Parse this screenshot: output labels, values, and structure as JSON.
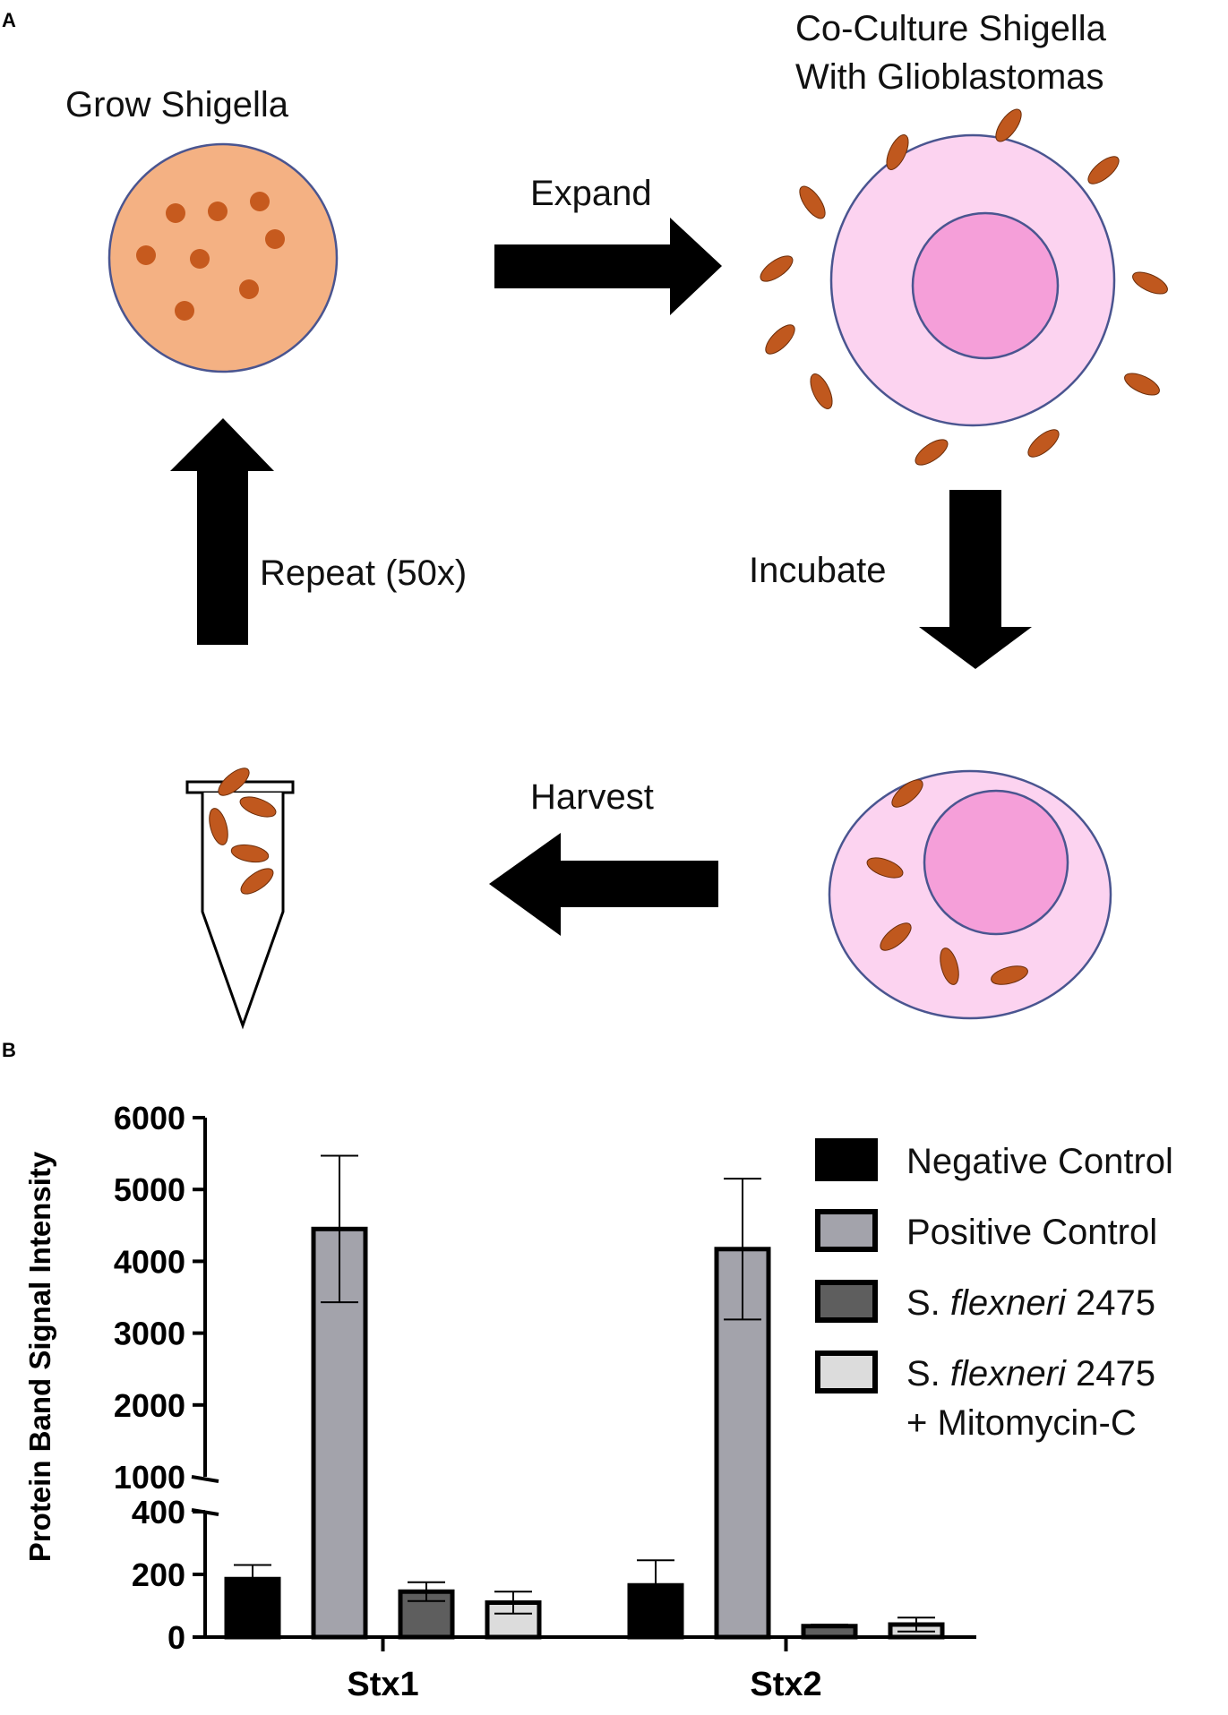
{
  "panel_a": {
    "letter": "A",
    "grow_label": "Grow Shigella",
    "expand_label": "Expand",
    "coculture_line1": "Co-Culture Shigella",
    "coculture_line2": "With Glioblastomas",
    "incubate_label": "Incubate",
    "harvest_label": "Harvest",
    "repeat_label": "Repeat (50x)",
    "colors": {
      "plate": "#f4b183",
      "colony": "#c65a1e",
      "bacteria": "#c0581e",
      "cell": "#fcd3f0",
      "nucleus": "#f59fd9",
      "outline": "#4a5590",
      "arrow": "#000000"
    }
  },
  "panel_b": {
    "letter": "B"
  },
  "chart_data": {
    "type": "bar",
    "ylabel": "Protein Band Signal Intensity",
    "categories": [
      "Stx1",
      "Stx2"
    ],
    "axis_break": {
      "lower_range": [
        0,
        400
      ],
      "upper_range": [
        1000,
        6000
      ]
    },
    "y_ticks_lower": [
      "0",
      "200",
      "400"
    ],
    "y_ticks_upper": [
      "1000",
      "2000",
      "3000",
      "4000",
      "5000",
      "6000"
    ],
    "series": [
      {
        "name": "Negative Control",
        "legend_line1": "Negative Control",
        "legend_line2": "",
        "color": "#000000",
        "values": [
          185,
          165
        ],
        "errors": [
          45,
          80
        ]
      },
      {
        "name": "Positive Control",
        "legend_line1": "Positive Control",
        "legend_line2": "",
        "color": "#a3a3ab",
        "values": [
          4450,
          4170
        ],
        "errors": [
          1020,
          980
        ]
      },
      {
        "name": "S. flexneri 2475",
        "legend_prefix": "S. ",
        "legend_italic": "flexneri",
        "legend_suffix": " 2475",
        "legend_line2": "",
        "color": "#5e5e5e",
        "values": [
          145,
          35
        ],
        "errors": [
          30,
          5
        ]
      },
      {
        "name": "S. flexneri 2475 + Mitomycin-C",
        "legend_prefix": "S. ",
        "legend_italic": "flexneri",
        "legend_suffix": " 2475",
        "legend_line2": "+ Mitomycin-C",
        "color": "#dcdcdc",
        "values": [
          110,
          40
        ],
        "errors": [
          35,
          22
        ]
      }
    ],
    "legend_position": "right"
  }
}
